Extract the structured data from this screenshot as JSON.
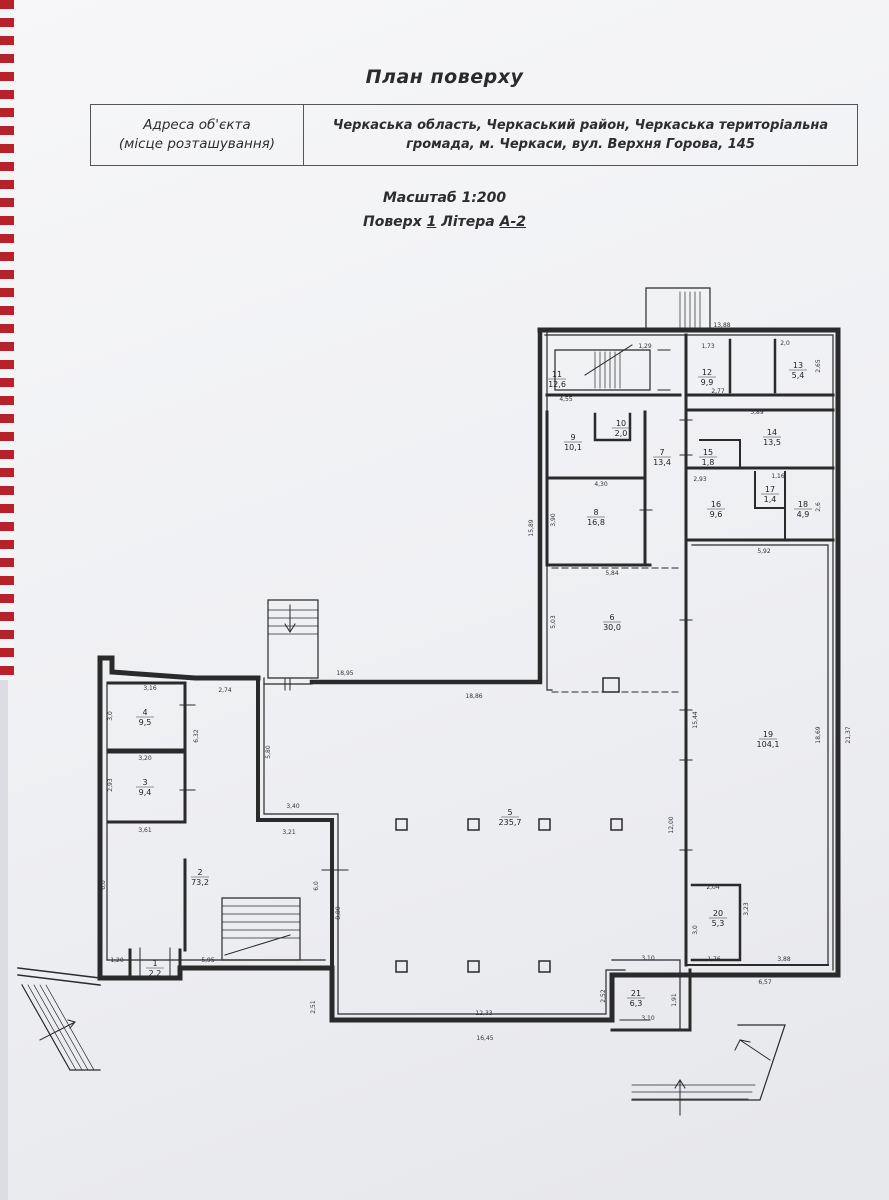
{
  "document": {
    "title": "План поверху",
    "address_label_line1": "Адреса об'єкта",
    "address_label_line2": "(місце розташування)",
    "address_value_line1": "Черкаська область, Черкаський район, Черкаська територіальна",
    "address_value_line2": "громада, м. Черкаси, вул. Верхня Горова, 145",
    "scale_label": "Масштаб 1:200",
    "floor_label": "Поверх",
    "floor_value": "1",
    "letter_label": "Літера",
    "letter_value": "А-2"
  },
  "rooms": [
    {
      "number": "1",
      "area": "2,2"
    },
    {
      "number": "2",
      "area": "73,2"
    },
    {
      "number": "3",
      "area": "9,4"
    },
    {
      "number": "4",
      "area": "9,5"
    },
    {
      "number": "5",
      "area": "235,7"
    },
    {
      "number": "6",
      "area": "30,0"
    },
    {
      "number": "7",
      "area": "13,4"
    },
    {
      "number": "8",
      "area": "16,8"
    },
    {
      "number": "9",
      "area": "10,1"
    },
    {
      "number": "10",
      "area": "2,0"
    },
    {
      "number": "11",
      "area": "12,6"
    },
    {
      "number": "12",
      "area": "9,9"
    },
    {
      "number": "13",
      "area": "5,4"
    },
    {
      "number": "14",
      "area": "13,5"
    },
    {
      "number": "15",
      "area": "1,8"
    },
    {
      "number": "16",
      "area": "9,6"
    },
    {
      "number": "17",
      "area": "1,4"
    },
    {
      "number": "18",
      "area": "4,9"
    },
    {
      "number": "19",
      "area": "104,1"
    },
    {
      "number": "20",
      "area": "5,3"
    },
    {
      "number": "21",
      "area": "6,3"
    }
  ],
  "dimensions": [
    "13,88",
    "1,73",
    "2,0",
    "2,65",
    "2,77",
    "1,29",
    "4,55",
    "5,89",
    "15,89",
    "4,30",
    "3,90",
    "2,93",
    "1,16",
    "2,6",
    "5,92",
    "5,84",
    "5,03",
    "18,95",
    "18,86",
    "15,44",
    "18,69",
    "21,37",
    "3,16",
    "3,0",
    "2,74",
    "6,32",
    "3,20",
    "2,93",
    "5,80",
    "3,40",
    "3,61",
    "3,21",
    "6,0",
    "6,0",
    "8,80",
    "12,00",
    "2,04",
    "3,23",
    "3,0",
    "1,76",
    "3,88",
    "6,57",
    "1,20",
    "5,95",
    "2,51",
    "12,33",
    "2,52",
    "3,10",
    "1,91",
    "3,10",
    "16,45"
  ]
}
